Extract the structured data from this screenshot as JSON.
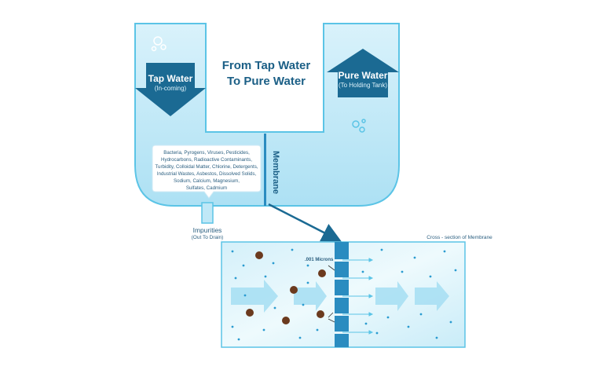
{
  "title": {
    "line1": "From Tap Water",
    "line2": "To Pure Water"
  },
  "inlet": {
    "label": "Tap Water",
    "sublabel": "(In-coming)"
  },
  "outlet": {
    "label": "Pure Water",
    "sublabel": "(To Holding Tank)"
  },
  "membrane_label": "Membrane",
  "contaminants": {
    "lines": [
      "Bacteria, Pyrogens, Viruses, Pesticides,",
      "Hydrocarbons, Radioactive Contaminants,",
      "Turbidity, Colloidal Matter, Chlorine, Detergents,",
      "Industrial Wastes, Asbestos, Dissolved Solids,",
      "Sodium, Calcium, Magnesium,",
      "Sulfates, Cadmium"
    ]
  },
  "impurities": {
    "label": "Impurities",
    "sublabel": "(Out To Drain)"
  },
  "cross_section": {
    "title": "Cross - section of Membrane",
    "pore_label": ".001 Microns"
  },
  "colors": {
    "water_light": "#e6f6fc",
    "water_mid": "#bfe8f7",
    "outline": "#5bc4e6",
    "arrow_dark": "#1b6a93",
    "title": "#1b5f86",
    "membrane": "#2a8cc0",
    "particle": "#6b3a1e"
  }
}
